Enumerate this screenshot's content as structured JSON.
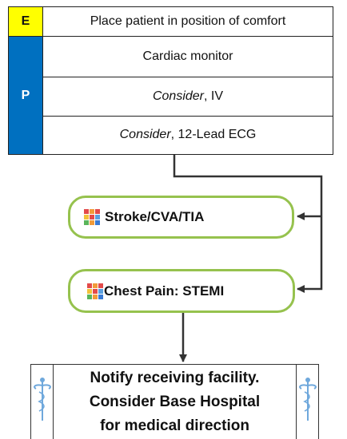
{
  "table": {
    "e_label": "E",
    "e_text": "Place patient in position of comfort",
    "p_label": "P",
    "p_items": [
      {
        "italic": "",
        "text": "Cardiac monitor"
      },
      {
        "italic": "Consider",
        "text": ", IV"
      },
      {
        "italic": "Consider",
        "text": ", 12-Lead ECG"
      }
    ],
    "colors": {
      "e_bg": "#ffff00",
      "p_bg": "#0070c0",
      "p_text": "#ffffff"
    }
  },
  "links": [
    {
      "label": "Stroke/CVA/TIA",
      "icon": "grid-icon"
    },
    {
      "label": "Chest Pain: STEMI",
      "icon": "grid-icon"
    }
  ],
  "notify": {
    "lines": [
      "Notify receiving facility.",
      "Consider Base Hospital",
      "for medical direction"
    ],
    "icon": "caduceus-icon"
  },
  "colors": {
    "pill_border": "#96c24e",
    "line": "#333333"
  }
}
